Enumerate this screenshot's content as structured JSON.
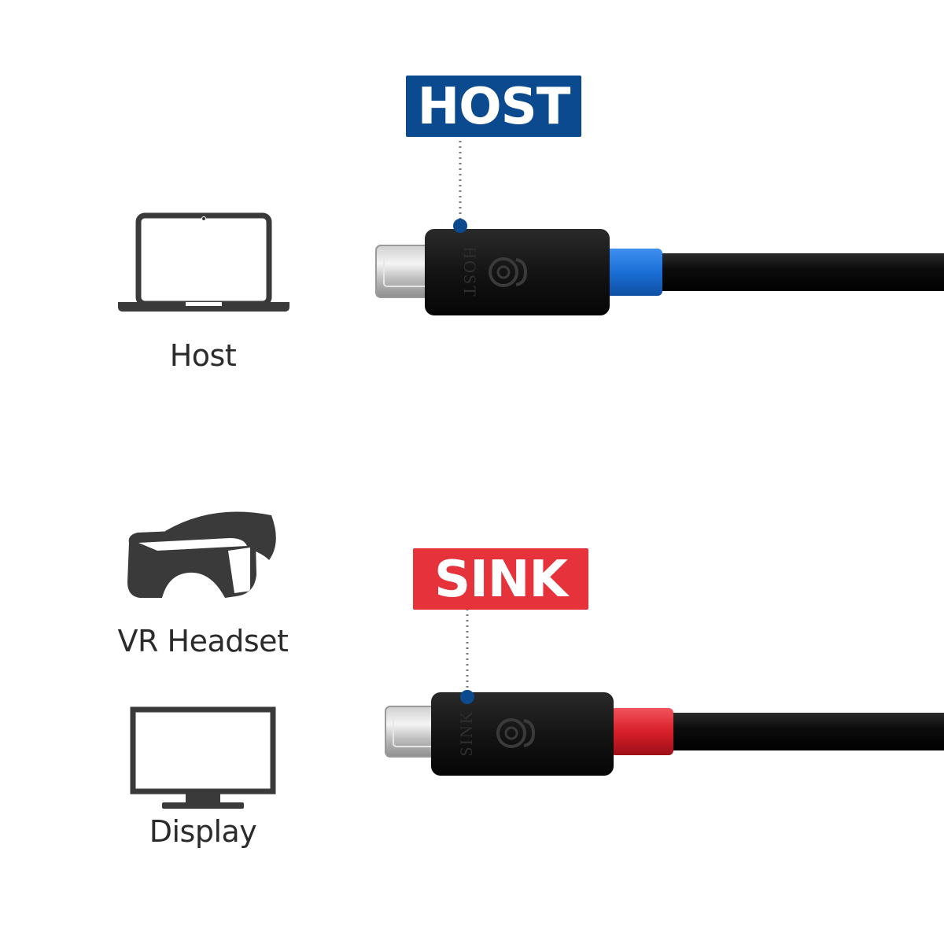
{
  "diagram": {
    "host_tag": {
      "text": "HOST",
      "color": "#0b4a8f"
    },
    "sink_tag": {
      "text": "SINK",
      "color": "#e5323b"
    },
    "connector_host_print": "HOST",
    "connector_sink_print": "SINK",
    "devices": {
      "host": {
        "label": "Host",
        "icon": "laptop-icon"
      },
      "vr": {
        "label": "VR Headset",
        "icon": "vr-headset-icon"
      },
      "display": {
        "label": "Display",
        "icon": "monitor-icon"
      }
    },
    "colors": {
      "host_band": "#1a6fd6",
      "sink_band": "#d81f2a",
      "cable": "#0d0d0d",
      "icon": "#3a3a3a",
      "pointer": "#0b4a8f"
    }
  }
}
